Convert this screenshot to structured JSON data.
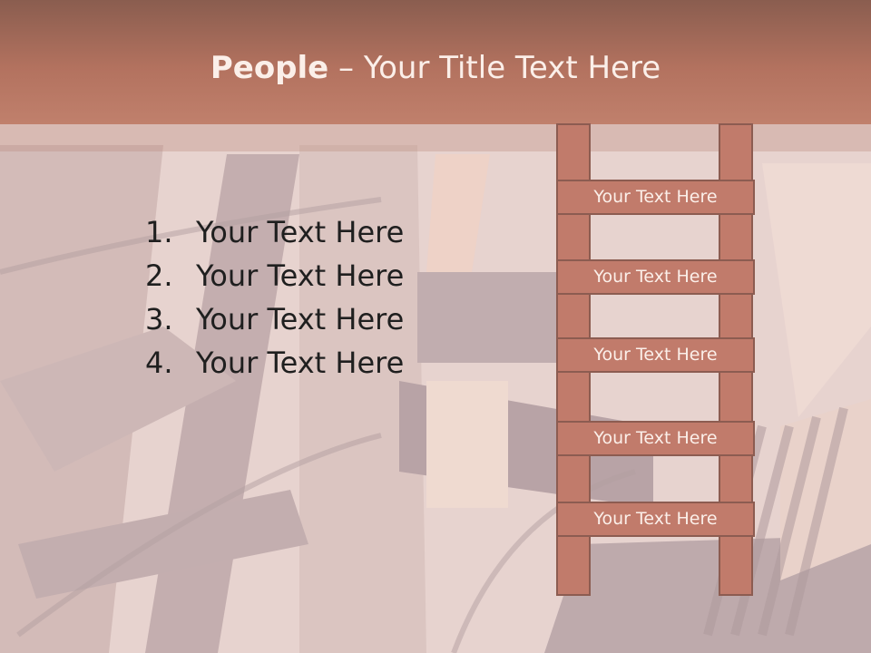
{
  "slide": {
    "title_bold": "People",
    "title_sep": " – ",
    "title_rest": "Your Title Text Here",
    "list": [
      {
        "num": "1.",
        "text": "Your Text Here"
      },
      {
        "num": "2.",
        "text": "Your Text Here"
      },
      {
        "num": "3.",
        "text": "Your Text Here"
      },
      {
        "num": "4.",
        "text": "Your Text Here"
      }
    ],
    "ladder_rungs": [
      "Your Text Here",
      "Your Text Here",
      "Your Text Here",
      "Your Text Here",
      "Your Text Here"
    ]
  },
  "colors": {
    "header": "#b3725f",
    "ladder_fill": "#c17b6b",
    "ladder_border": "#8c5c51",
    "body_text": "#1f1f1f",
    "light_text": "#fbefe9"
  }
}
